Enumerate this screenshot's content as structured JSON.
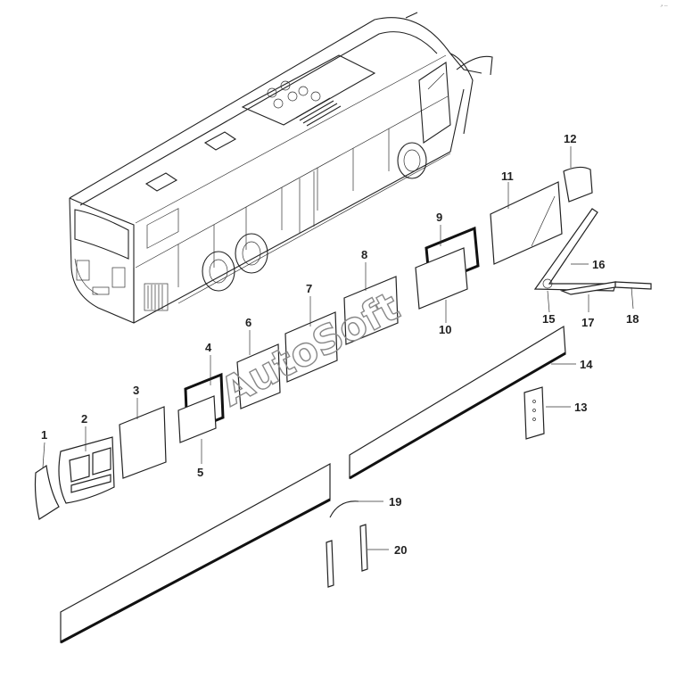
{
  "watermark": "AutoSoft",
  "corner_mark": "↗ ―",
  "callouts": [
    {
      "id": "c1",
      "label": "1"
    },
    {
      "id": "c2",
      "label": "2"
    },
    {
      "id": "c3",
      "label": "3"
    },
    {
      "id": "c4",
      "label": "4"
    },
    {
      "id": "c5",
      "label": "5"
    },
    {
      "id": "c6",
      "label": "6"
    },
    {
      "id": "c7",
      "label": "7"
    },
    {
      "id": "c8",
      "label": "8"
    },
    {
      "id": "c9",
      "label": "9"
    },
    {
      "id": "c10",
      "label": "10"
    },
    {
      "id": "c11",
      "label": "11"
    },
    {
      "id": "c12",
      "label": "12"
    },
    {
      "id": "c13",
      "label": "13"
    },
    {
      "id": "c14",
      "label": "14"
    },
    {
      "id": "c15",
      "label": "15"
    },
    {
      "id": "c16",
      "label": "16"
    },
    {
      "id": "c17",
      "label": "17"
    },
    {
      "id": "c18",
      "label": "18"
    },
    {
      "id": "c19",
      "label": "19"
    },
    {
      "id": "c20",
      "label": "20"
    }
  ]
}
